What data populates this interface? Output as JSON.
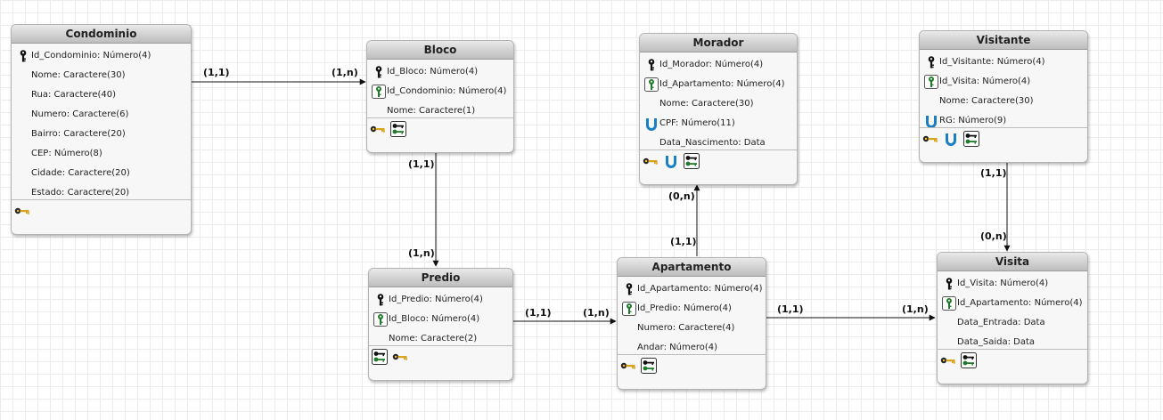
{
  "entities": [
    {
      "name": "Condominio",
      "attrs": [
        {
          "text": "Id_Condominio: Número(4)",
          "icon": "pk"
        },
        {
          "text": "Nome: Caractere(30)",
          "icon": ""
        },
        {
          "text": "Rua: Caractere(40)",
          "icon": ""
        },
        {
          "text": "Numero: Caractere(6)",
          "icon": ""
        },
        {
          "text": "Bairro: Caractere(20)",
          "icon": ""
        },
        {
          "text": "CEP: Número(8)",
          "icon": ""
        },
        {
          "text": "Cidade: Caractere(20)",
          "icon": ""
        },
        {
          "text": "Estado: Caractere(20)",
          "icon": ""
        }
      ],
      "footer": [
        "pk"
      ]
    },
    {
      "name": "Bloco",
      "attrs": [
        {
          "text": "Id_Bloco: Número(4)",
          "icon": "pk"
        },
        {
          "text": "Id_Condominio: Número(4)",
          "icon": "fk"
        },
        {
          "text": "Nome: Caractere(1)",
          "icon": ""
        }
      ],
      "footer": [
        "pk",
        "fk"
      ]
    },
    {
      "name": "Morador",
      "attrs": [
        {
          "text": "Id_Morador: Número(4)",
          "icon": "pk"
        },
        {
          "text": "Id_Apartamento: Número(4)",
          "icon": "fk"
        },
        {
          "text": "Nome: Caractere(30)",
          "icon": ""
        },
        {
          "text": "CPF: Número(11)",
          "icon": "uq"
        },
        {
          "text": "Data_Nascimento: Data",
          "icon": ""
        }
      ],
      "footer": [
        "pk",
        "uq",
        "fk"
      ]
    },
    {
      "name": "Visitante",
      "attrs": [
        {
          "text": "Id_Visitante: Número(4)",
          "icon": "pk"
        },
        {
          "text": "Id_Visita: Número(4)",
          "icon": "fk"
        },
        {
          "text": "Nome: Caractere(30)",
          "icon": ""
        },
        {
          "text": "RG: Número(9)",
          "icon": "uq"
        }
      ],
      "footer": [
        "pk",
        "uq",
        "fk"
      ]
    },
    {
      "name": "Predio",
      "attrs": [
        {
          "text": "Id_Predio: Número(4)",
          "icon": "pk"
        },
        {
          "text": "Id_Bloco: Número(4)",
          "icon": "fk"
        },
        {
          "text": "Nome: Caractere(2)",
          "icon": ""
        }
      ],
      "footer": [
        "fk",
        "pk"
      ]
    },
    {
      "name": "Apartamento",
      "attrs": [
        {
          "text": "Id_Apartamento: Número(4)",
          "icon": "pk"
        },
        {
          "text": "Id_Predio: Número(4)",
          "icon": "fk"
        },
        {
          "text": "Numero: Caractere(4)",
          "icon": ""
        },
        {
          "text": "Andar: Número(4)",
          "icon": ""
        }
      ],
      "footer": [
        "pk",
        "fk"
      ]
    },
    {
      "name": "Visita",
      "attrs": [
        {
          "text": "Id_Visita: Número(4)",
          "icon": "pk"
        },
        {
          "text": "Id_Apartamento: Número(4)",
          "icon": "fk"
        },
        {
          "text": "Data_Entrada: Data",
          "icon": ""
        },
        {
          "text": "Data_Saida: Data",
          "icon": ""
        }
      ],
      "footer": [
        "pk",
        "fk"
      ]
    }
  ],
  "cardinalities": [
    "(1,1)",
    "(1,n)",
    "(1,1)",
    "(1,n)",
    "(0,n)",
    "(1,1)",
    "(1,1)",
    "(1,n)",
    "(1,1)",
    "(1,n)",
    "(1,1)",
    "(0,n)"
  ],
  "colors": {
    "line": "#111111",
    "fk_green": "#1f7a2a",
    "unique_blue": "#1b7fc4",
    "key_gold": "#d9a21b"
  }
}
